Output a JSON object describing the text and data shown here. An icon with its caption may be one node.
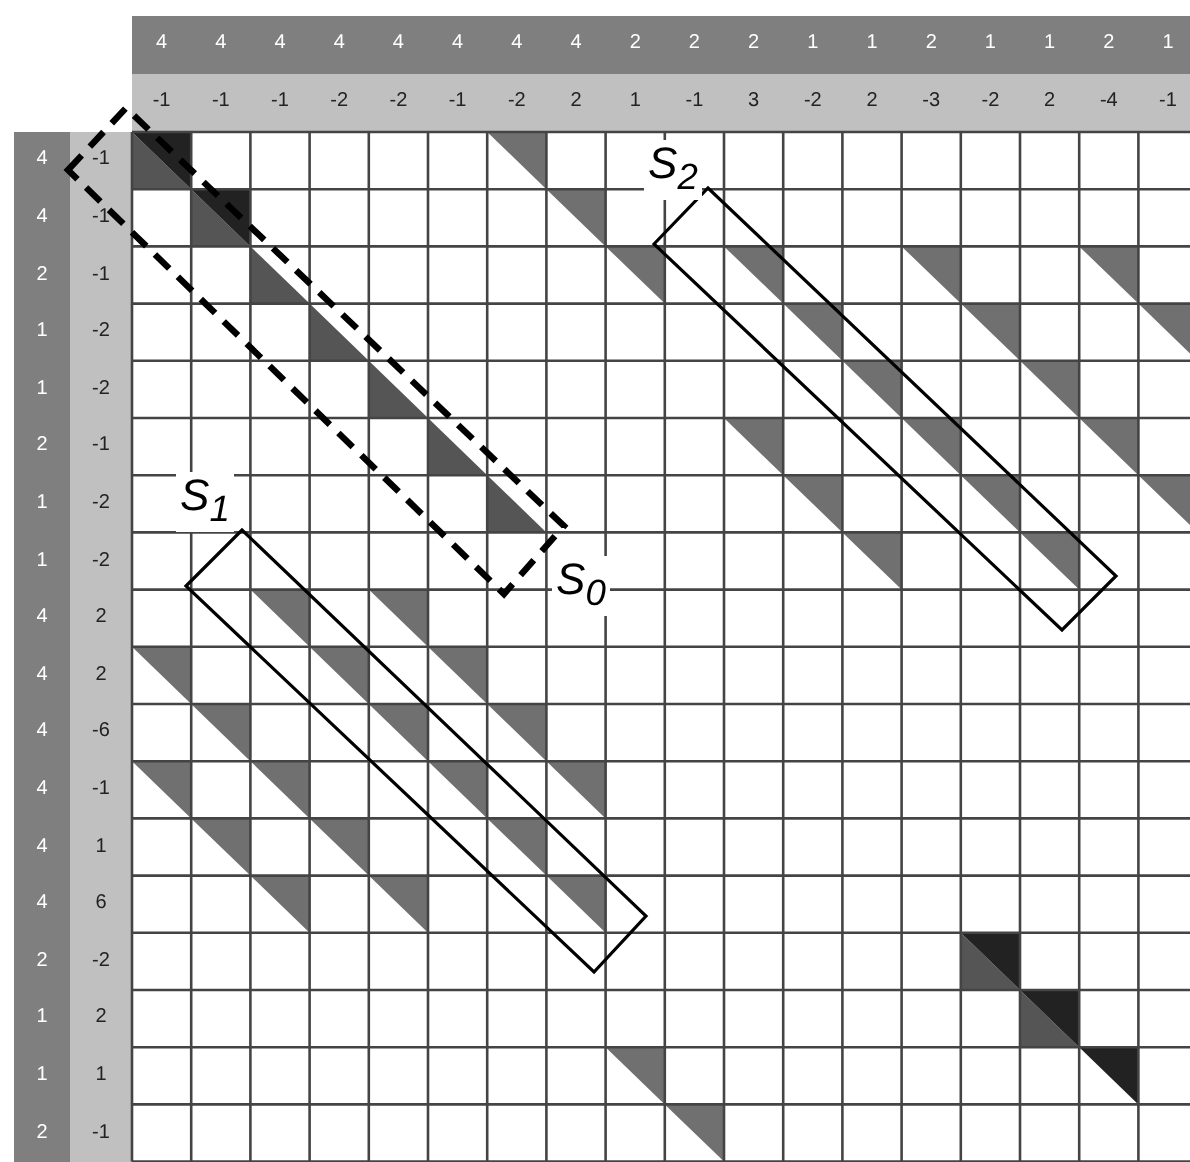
{
  "diagram": {
    "nodes": [
      {
        "text": [
          "S$_{2}$"
        ]
      },
      {
        "text": [
          "S$_{1}$"
        ]
      },
      {
        "text": [
          "S$_{0}$"
        ]
      }
    ],
    "labels": [
      "4",
      "4",
      "4",
      "4",
      "4",
      "4",
      "4",
      "4",
      "2",
      "2",
      "2",
      "1",
      "1",
      "2",
      "1",
      "1",
      "2",
      "1",
      "-1",
      "-1",
      "-1",
      "-2",
      "-2",
      "-1",
      "-2",
      "2",
      "1",
      "-1",
      "3",
      "-2",
      "2",
      "-3",
      "-2",
      "2",
      "-4",
      "-1",
      "4",
      "-1",
      "4",
      "-1",
      "2",
      "-1",
      "1",
      "-2",
      "1",
      "-2",
      "2",
      "-1",
      "1",
      "-2",
      "1",
      "-2",
      "4",
      "2",
      "4",
      "2",
      "4",
      "-6",
      "4",
      "-1",
      "4",
      "1",
      "4",
      "6",
      "2",
      "-2",
      "1",
      "2",
      "1",
      "1",
      "2",
      "-1"
    ]
  }
}
